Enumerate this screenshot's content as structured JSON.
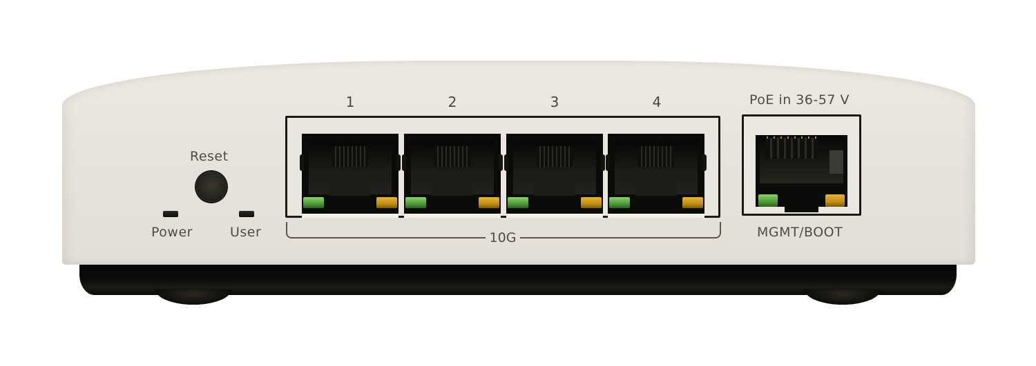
{
  "device": {
    "type": "network switch rear panel",
    "colors": {
      "body": "#e6e2da",
      "base": "#0d0d0b",
      "label_text": "#4f4b40",
      "led_green": "#6dbb4e",
      "led_amber": "#d6a22a"
    }
  },
  "controls": {
    "reset_label": "Reset",
    "power_label": "Power",
    "user_label": "User"
  },
  "ports": {
    "group_label": "10G",
    "items": [
      {
        "number": "1"
      },
      {
        "number": "2"
      },
      {
        "number": "3"
      },
      {
        "number": "4"
      }
    ]
  },
  "mgmt": {
    "top_label": "PoE in 36-57 V",
    "bottom_label": "MGMT/BOOT"
  }
}
